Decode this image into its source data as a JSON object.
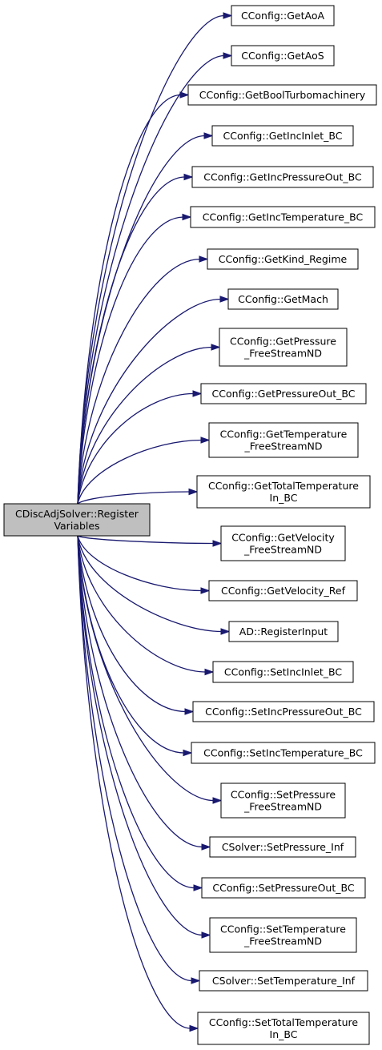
{
  "root": {
    "lines": [
      "CDiscAdjSolver::Register",
      "Variables"
    ]
  },
  "nodes": [
    {
      "lines": [
        "CConfig::GetAoA"
      ]
    },
    {
      "lines": [
        "CConfig::GetAoS"
      ]
    },
    {
      "lines": [
        "CConfig::GetBoolTurbomachinery"
      ]
    },
    {
      "lines": [
        "CConfig::GetIncInlet_BC"
      ]
    },
    {
      "lines": [
        "CConfig::GetIncPressureOut_BC"
      ]
    },
    {
      "lines": [
        "CConfig::GetIncTemperature_BC"
      ]
    },
    {
      "lines": [
        "CConfig::GetKind_Regime"
      ]
    },
    {
      "lines": [
        "CConfig::GetMach"
      ]
    },
    {
      "lines": [
        "CConfig::GetPressure",
        "_FreeStreamND"
      ]
    },
    {
      "lines": [
        "CConfig::GetPressureOut_BC"
      ]
    },
    {
      "lines": [
        "CConfig::GetTemperature",
        "_FreeStreamND"
      ]
    },
    {
      "lines": [
        "CConfig::GetTotalTemperature",
        "In_BC"
      ]
    },
    {
      "lines": [
        "CConfig::GetVelocity",
        "_FreeStreamND"
      ]
    },
    {
      "lines": [
        "CConfig::GetVelocity_Ref"
      ]
    },
    {
      "lines": [
        "AD::RegisterInput"
      ]
    },
    {
      "lines": [
        "CConfig::SetIncInlet_BC"
      ]
    },
    {
      "lines": [
        "CConfig::SetIncPressureOut_BC"
      ]
    },
    {
      "lines": [
        "CConfig::SetIncTemperature_BC"
      ]
    },
    {
      "lines": [
        "CConfig::SetPressure",
        "_FreeStreamND"
      ]
    },
    {
      "lines": [
        "CSolver::SetPressure_Inf"
      ]
    },
    {
      "lines": [
        "CConfig::SetPressureOut_BC"
      ]
    },
    {
      "lines": [
        "CConfig::SetTemperature",
        "_FreeStreamND"
      ]
    },
    {
      "lines": [
        "CSolver::SetTemperature_Inf"
      ]
    },
    {
      "lines": [
        "CConfig::SetTotalTemperature",
        "In_BC"
      ]
    }
  ],
  "colors": {
    "edge": "#191970",
    "root_fill": "#bfbfbf",
    "node_fill": "#ffffff",
    "border": "#000000"
  }
}
